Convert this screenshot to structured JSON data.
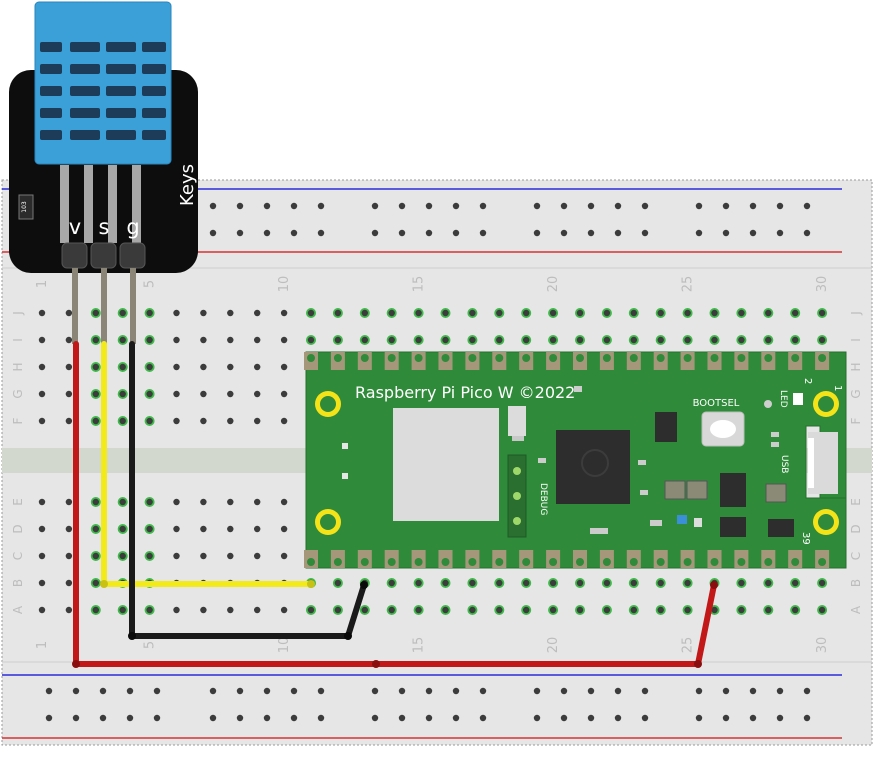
{
  "breadboard": {
    "column_numbers": [
      "1",
      "5",
      "10",
      "15",
      "20",
      "25",
      "30"
    ],
    "row_letters_top": [
      "J",
      "I",
      "H",
      "G",
      "F"
    ],
    "row_letters_bottom": [
      "E",
      "D",
      "C",
      "B",
      "A"
    ],
    "colors": {
      "body": "#e6e6e6",
      "hole": "#3c3c3c",
      "connected_hole": "#3fb94a",
      "rail_blue": "#2b2bd9",
      "rail_red": "#d93030",
      "divider": "#d3d8cf"
    }
  },
  "sensor": {
    "name": "Keys",
    "pin_labels": [
      "v",
      "s",
      "g"
    ],
    "resistor_code": "103",
    "colors": {
      "board": "#0d0d0d",
      "cover": "#3ba0d8",
      "cover_slot": "#1d3c59"
    }
  },
  "pico": {
    "title": "Raspberry Pi Pico W ©2022",
    "bootsel_label": "BOOTSEL",
    "led_label": "LED",
    "usb_label": "USB",
    "debug_label": "DEBUG",
    "pin_numbers": [
      "1",
      "2",
      "39"
    ],
    "colors": {
      "board": "#2f8b3a",
      "mount_hole": "#f5e31a"
    }
  },
  "wires": {
    "power_color": "#c21818",
    "signal_color": "#f2ea1a",
    "ground_color": "#1a1a1a"
  }
}
